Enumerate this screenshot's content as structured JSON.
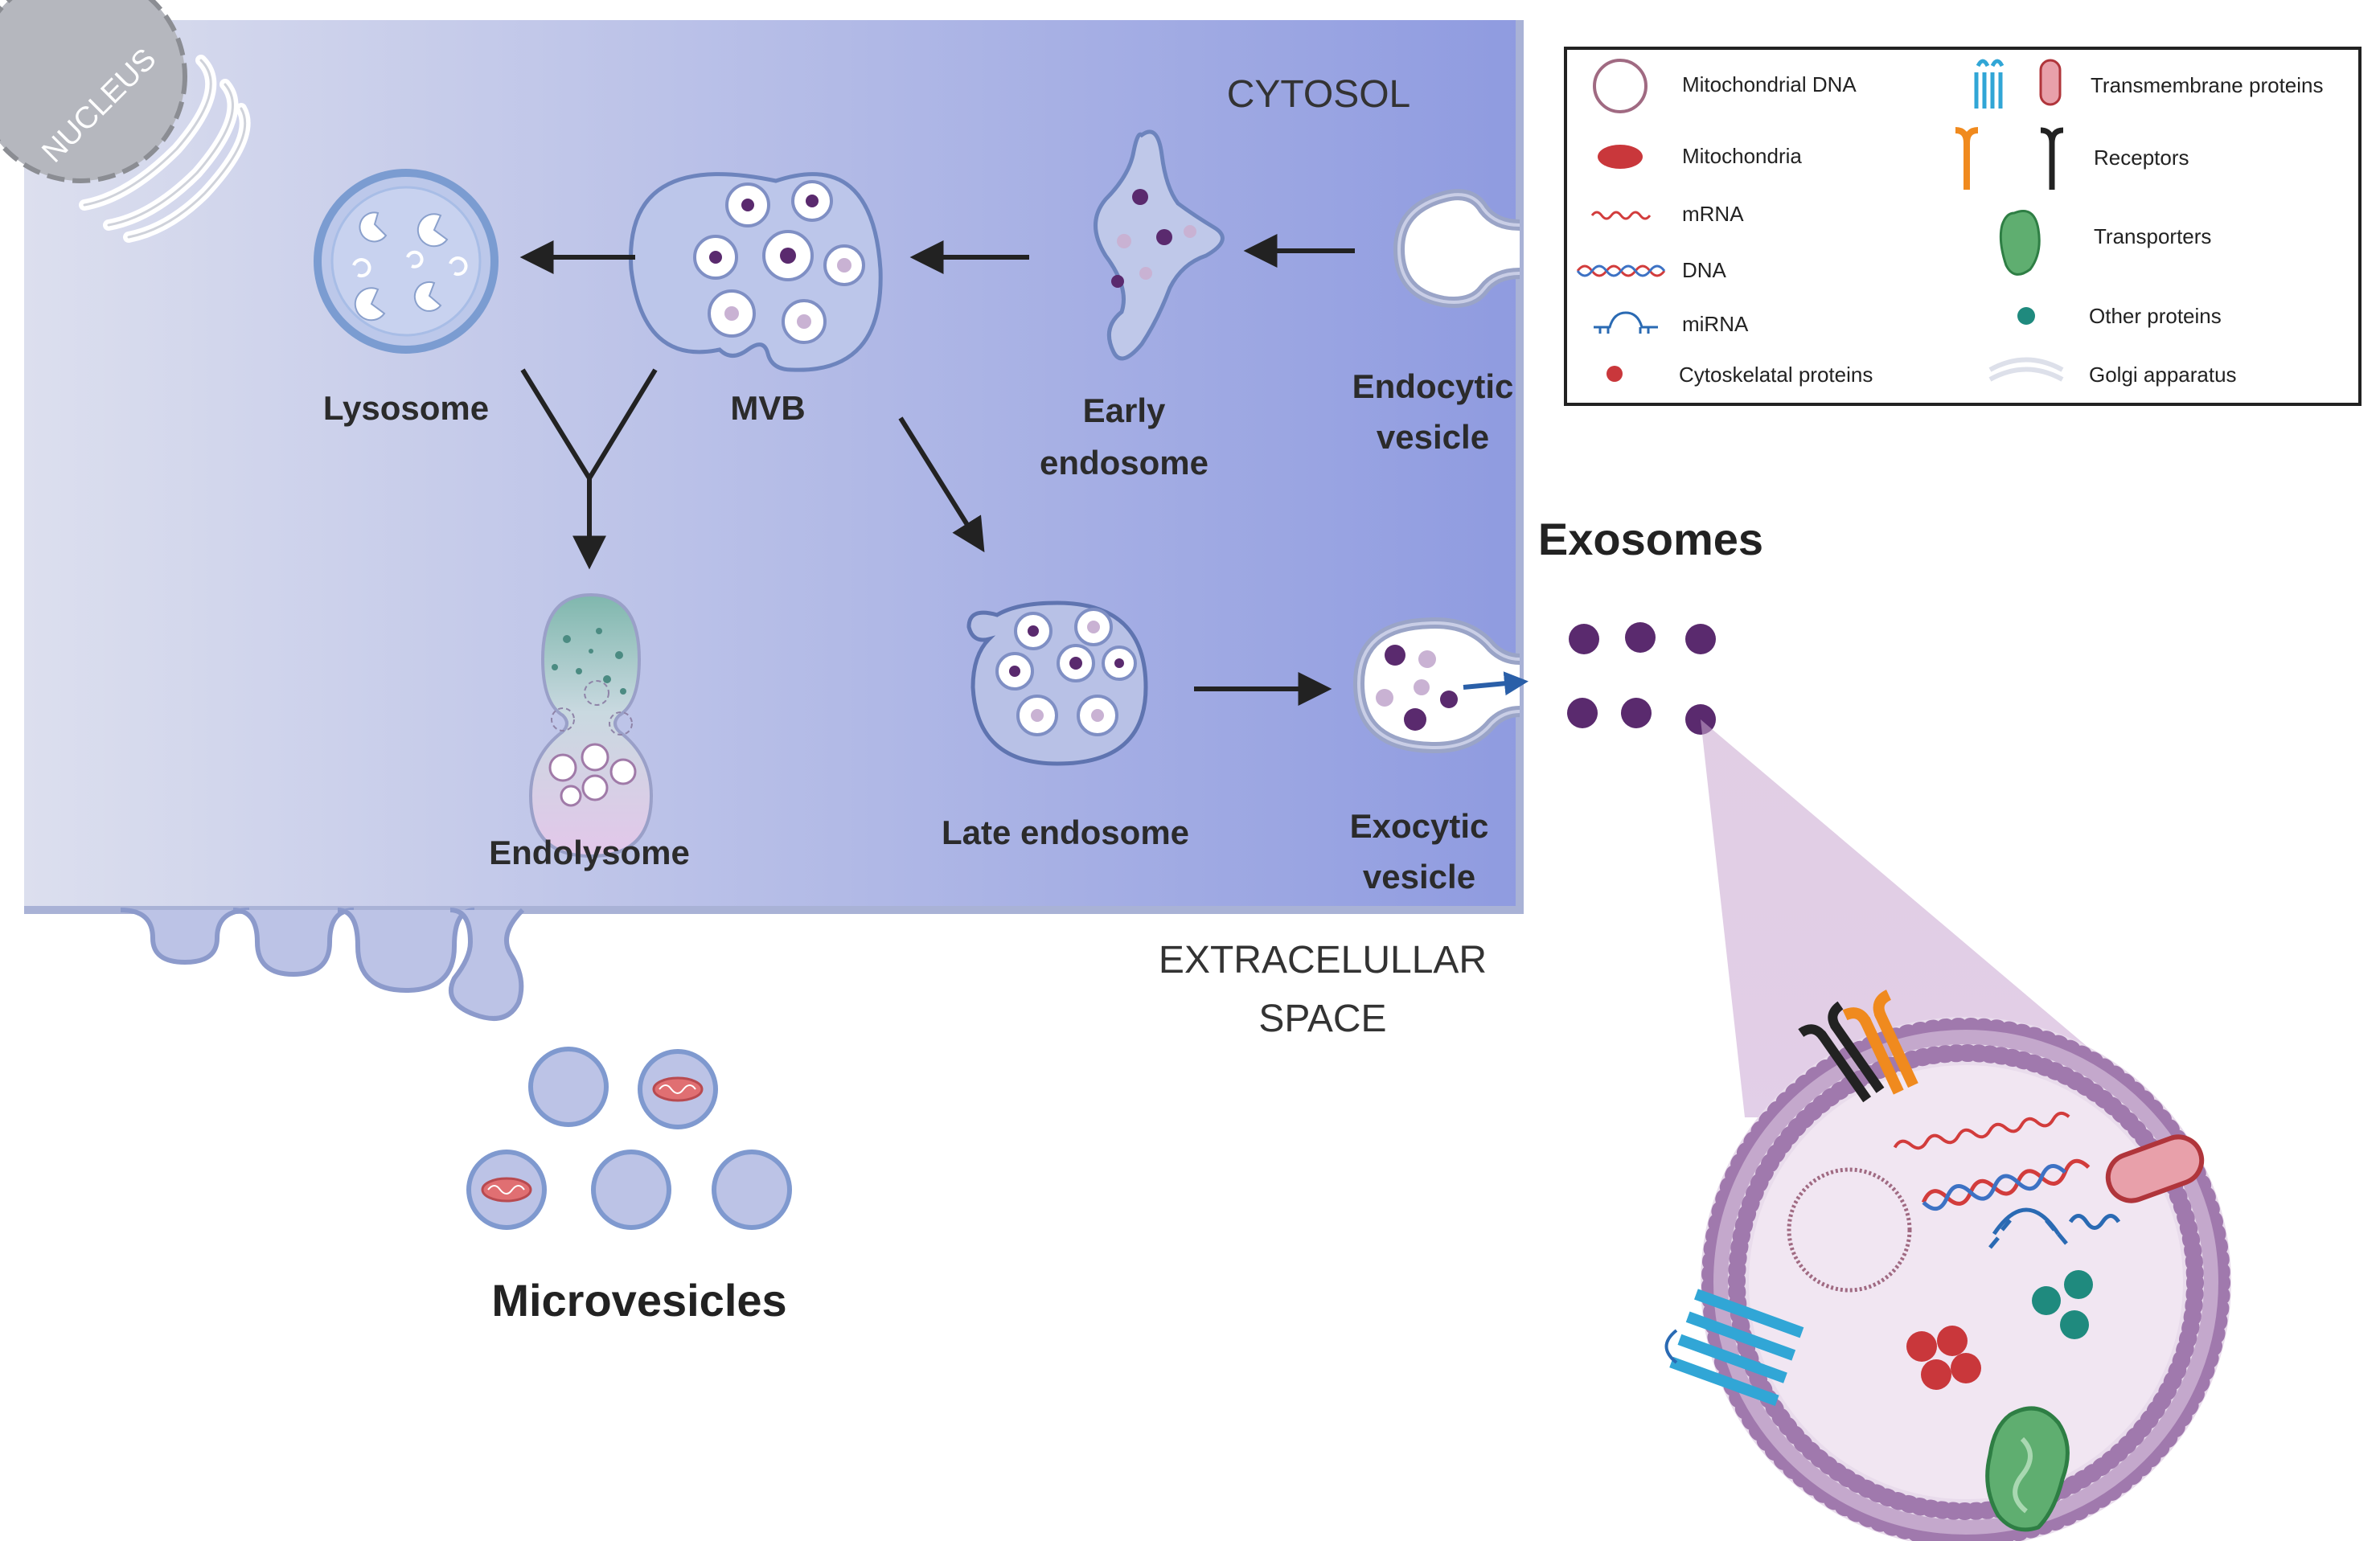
{
  "regions": {
    "cytosol": "CYTOSOL",
    "extracellular": [
      "EXTRACELULLAR",
      "SPACE"
    ],
    "nucleus": "NUCLEUS"
  },
  "organelles": {
    "lysosome": "Lysosome",
    "mvb": "MVB",
    "early_endosome": [
      "Early",
      "endosome"
    ],
    "endocytic_vesicle": [
      "Endocytic",
      "vesicle"
    ],
    "endolysome": "Endolysome",
    "late_endosome": "Late endosome",
    "exocytic_vesicle": [
      "Exocytic",
      "vesicle"
    ]
  },
  "headings": {
    "exosomes": "Exosomes",
    "microvesicles": "Microvesicles"
  },
  "legend": {
    "left": [
      "Mitochondrial DNA",
      "Mitochondria",
      "mRNA",
      "DNA",
      "miRNA",
      "Cytoskelatal proteins"
    ],
    "right": [
      "Transmembrane proteins",
      "Receptors",
      "Transporters",
      "Other proteins",
      "Golgi apparatus"
    ]
  },
  "colors": {
    "cell_left": "#dcdfee",
    "cell_right": "#8f9be0",
    "vesicle_fill": "#b9c4e6",
    "vesicle_stroke": "#5b78b8",
    "cargo_purple": "#5a2a6e",
    "exosome_membrane": "#a079ad",
    "exosome_lumen": "#f1e6f2",
    "receptor_orange": "#f08a1e",
    "transmembrane_blue": "#31a6d6",
    "transporter_green": "#5fae70",
    "cytoskeletal_red": "#c9373b",
    "other_teal": "#1f8a7e",
    "mito_pink": "#e06f72"
  },
  "icons": [
    "nucleus-icon",
    "golgi-icon",
    "arrow-icon",
    "exosome-icon",
    "microvesicle-icon",
    "mitochondria-icon",
    "receptor-icon",
    "transporter-icon",
    "transmembrane-protein-icon",
    "dna-icon",
    "mrna-icon",
    "mirna-icon"
  ]
}
